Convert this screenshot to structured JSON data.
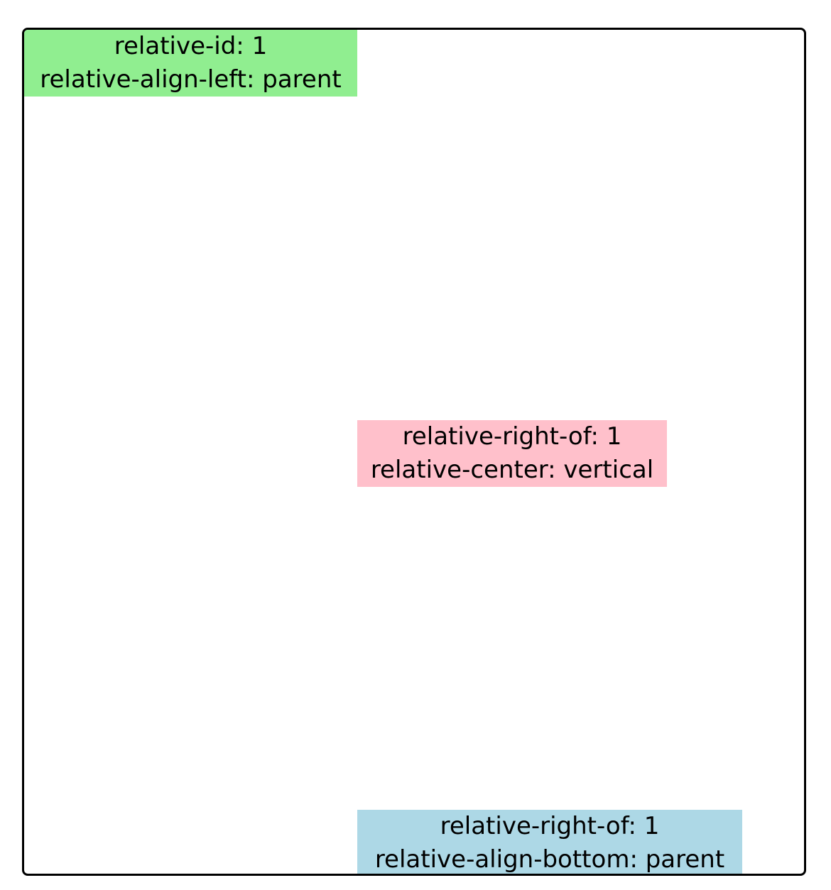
{
  "colors": {
    "green": "#90ee90",
    "pink": "#ffc0cb",
    "blue": "#add8e6",
    "border": "#000000"
  },
  "boxes": {
    "green": {
      "line1": "relative-id: 1",
      "line2": "relative-align-left: parent"
    },
    "pink": {
      "line1": "relative-right-of: 1",
      "line2": "relative-center: vertical"
    },
    "blue": {
      "line1": "relative-right-of: 1",
      "line2": "relative-align-bottom: parent"
    }
  }
}
